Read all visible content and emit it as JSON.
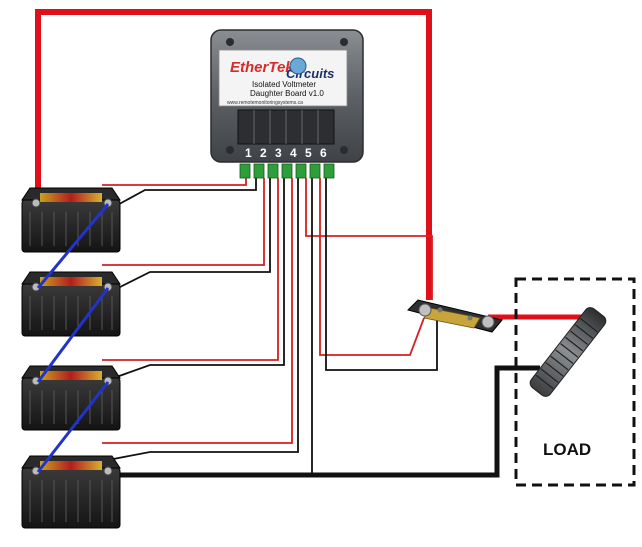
{
  "module": {
    "brand_part1": "EtherTek",
    "brand_part2": "Circuits",
    "title_line1": "Isolated Voltmeter",
    "title_line2": "Daughter Board v1.0",
    "url": "www.remotemonitoringsystems.ca",
    "pins": [
      "1",
      "2",
      "3",
      "4",
      "5",
      "6"
    ]
  },
  "load": {
    "label": "LOAD"
  },
  "colors": {
    "positive_wire": "#e0101a",
    "sense_red": "#d42020",
    "sense_black": "#111111",
    "series_link": "#2233cc",
    "module_body": "#6b6f74",
    "terminal_green": "#2e9e3a"
  }
}
